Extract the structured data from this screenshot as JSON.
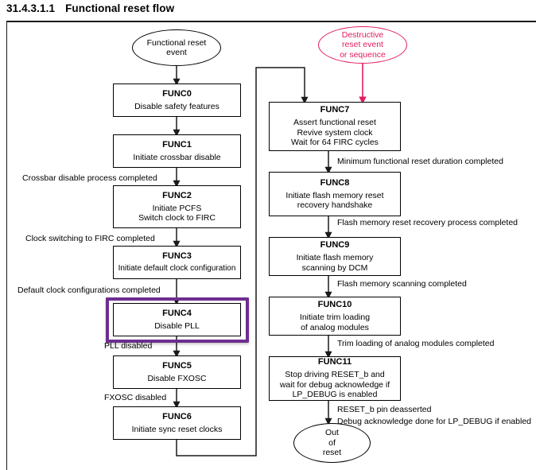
{
  "title": {
    "number": "31.4.3.1.1",
    "text": "Functional reset flow"
  },
  "colors": {
    "highlight": "#6d2e8f",
    "destructive": "#e31c5f",
    "line": "#1a1a1a",
    "box_border": "#000000"
  },
  "terminals": {
    "start": {
      "name": "functional-reset-event",
      "lines": [
        "Functional reset",
        "event"
      ]
    },
    "destructive": {
      "name": "destructive-reset-event",
      "lines": [
        "Destructive",
        "reset event",
        "or sequence"
      ]
    },
    "end": {
      "name": "out-of-reset",
      "lines": [
        "Out",
        "of",
        "reset"
      ]
    }
  },
  "left_column": [
    {
      "id": "FUNC0",
      "lines": [
        "Disable safety features"
      ]
    },
    {
      "id": "FUNC1",
      "lines": [
        "Initiate crossbar disable"
      ]
    },
    {
      "id": "FUNC2",
      "lines": [
        "Initiate PCFS",
        "Switch clock to FIRC"
      ]
    },
    {
      "id": "FUNC3",
      "lines": [
        "Initiate default clock configuration"
      ]
    },
    {
      "id": "FUNC4",
      "lines": [
        "Disable PLL"
      ],
      "highlighted": true
    },
    {
      "id": "FUNC5",
      "lines": [
        "Disable FXOSC"
      ]
    },
    {
      "id": "FUNC6",
      "lines": [
        "Initiate sync reset clocks"
      ]
    }
  ],
  "right_column": [
    {
      "id": "FUNC7",
      "lines": [
        "Assert functional reset",
        "Revive system clock",
        "Wait for 64 FIRC cycles"
      ]
    },
    {
      "id": "FUNC8",
      "lines": [
        "Initiate flash memory reset",
        "recovery handshake"
      ]
    },
    {
      "id": "FUNC9",
      "lines": [
        "Initiate flash memory",
        "scanning by DCM"
      ]
    },
    {
      "id": "FUNC10",
      "lines": [
        "Initiate trim loading",
        "of analog modules"
      ]
    },
    {
      "id": "FUNC11",
      "lines": [
        "Stop driving RESET_b and",
        "wait for debug acknowledge if",
        "LP_DEBUG is enabled"
      ]
    }
  ],
  "edge_labels": {
    "l1": "Crossbar disable process completed",
    "l2": "Clock switching to FIRC completed",
    "l3": "Default clock configurations completed",
    "l4": "PLL disabled",
    "l5": "FXOSC disabled",
    "r1": "Minimum functional reset duration completed",
    "r2": "Flash memory reset recovery process completed",
    "r3": "Flash memory scanning completed",
    "r4": "Trim loading of analog modules completed",
    "r5a": "RESET_b pin deasserted",
    "r5b": "Debug acknowledge done for LP_DEBUG if enabled"
  }
}
